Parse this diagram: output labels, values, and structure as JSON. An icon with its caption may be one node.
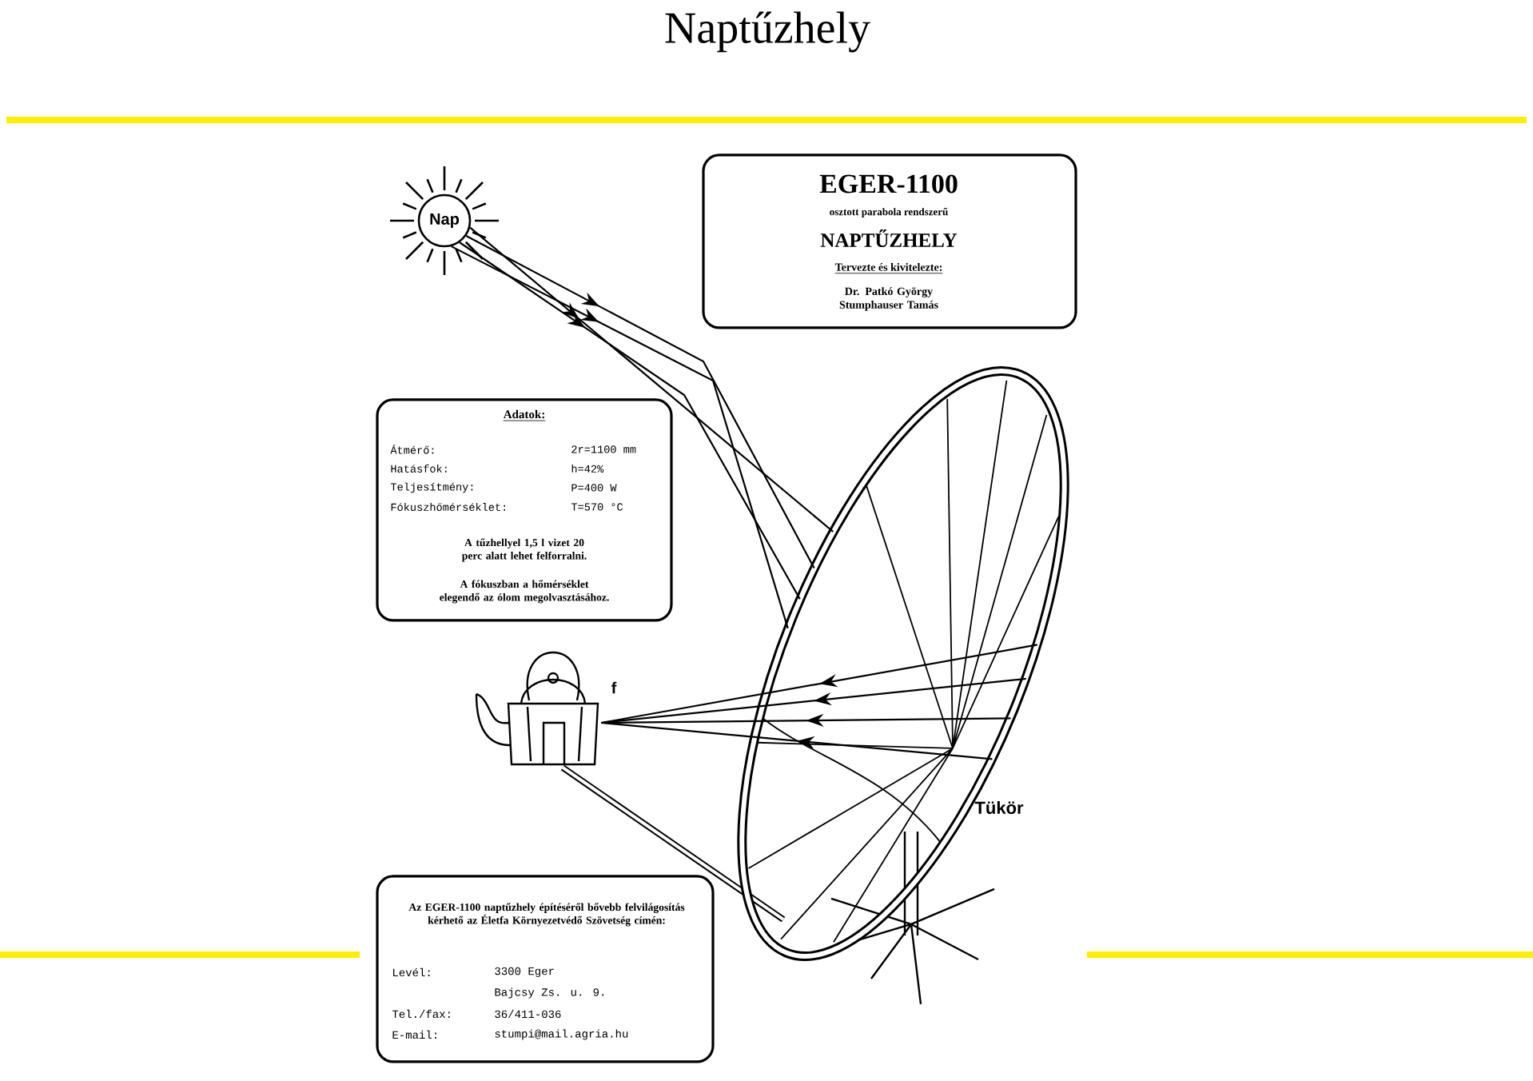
{
  "diagram": {
    "title": "Naptűzhely",
    "nodes": [
      {
        "text": [
          "Nap"
        ]
      },
      {
        "text": [
          "EGER-1100",
          "osztott parabola rendszerű",
          "NAPTŰZHELY",
          "Tervezte és kivitelezte:",
          "Dr. Patkó György Stumphauser Tamás"
        ]
      },
      {
        "text": [
          "Adatok:",
          "Átmérő:",
          "2r=1100 mm",
          "Hatásfok:",
          "h=42%",
          "Teljesítmény:",
          "P=400 W",
          "Fókuszhőmérséklet:",
          "T=570 °C",
          "A tűzhellyel 1,5 l vizet 20 perc alatt lehet felforralni.",
          "A fókuszban a hőmérséklet elegendő az ólom megolvasztásához."
        ]
      },
      {
        "text": [],
        "shape": "picture",
        "beside": [
          "f"
        ]
      },
      {
        "text": [],
        "shape": "picture",
        "beside": [
          "Tükör"
        ]
      },
      {
        "text": [
          "Az EGER-1100 naptűzhely építéséről bővebb felvilágosítás kérhető az Életfa Környezetvédő Szövetség címén:",
          "Levél:",
          "3300 Eger",
          "Bajcsy Zs. u. 9.",
          "Tel./fax:",
          "36/411-036",
          "E-mail:",
          "stumpi@mail.agria.hu"
        ]
      }
    ],
    "edges": [
      {
        "from": 0,
        "to": 4,
        "arrow": "to"
      },
      {
        "from": 0,
        "to": 4,
        "arrow": "to"
      },
      {
        "from": 0,
        "to": 4,
        "arrow": "to"
      },
      {
        "from": 0,
        "to": 4,
        "arrow": "to"
      },
      {
        "from": 4,
        "to": 3,
        "arrow": "to"
      },
      {
        "from": 4,
        "to": 3,
        "arrow": "to"
      },
      {
        "from": 4,
        "to": 3,
        "arrow": "to"
      },
      {
        "from": 4,
        "to": 3,
        "arrow": "to"
      }
    ]
  }
}
